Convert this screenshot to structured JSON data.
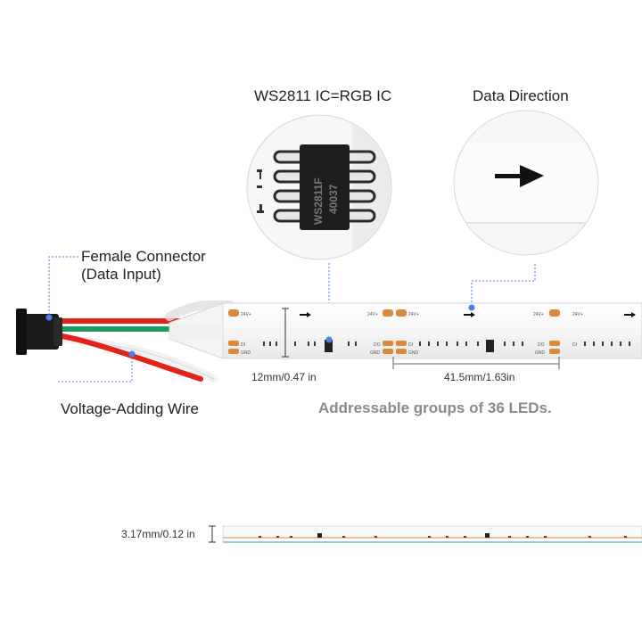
{
  "callouts": {
    "ic_title": "WS2811 IC=RGB IC",
    "data_direction": "Data Direction",
    "female_connector_line1": "Female Connector",
    "female_connector_line2": "(Data Input)",
    "voltage_wire": "Voltage-Adding Wire"
  },
  "chip": {
    "marking_line1": "WS2811F",
    "marking_line2": "40037"
  },
  "strip": {
    "pad_24v": "24V+",
    "pad_di": "DI",
    "pad_gnd": "GND",
    "pad_do": "DO",
    "width_label": "12mm/0.47 in",
    "group_length_label": "41.5mm/1.63in",
    "caption": "Addressable groups of 36 LEDs.",
    "thickness_label": "3.17mm/0.12 in"
  },
  "colors": {
    "led_pad": "#d98a3c",
    "wire_red": "#e32219",
    "wire_green": "#1f9a63",
    "callout_blue": "#4c7ee8"
  }
}
